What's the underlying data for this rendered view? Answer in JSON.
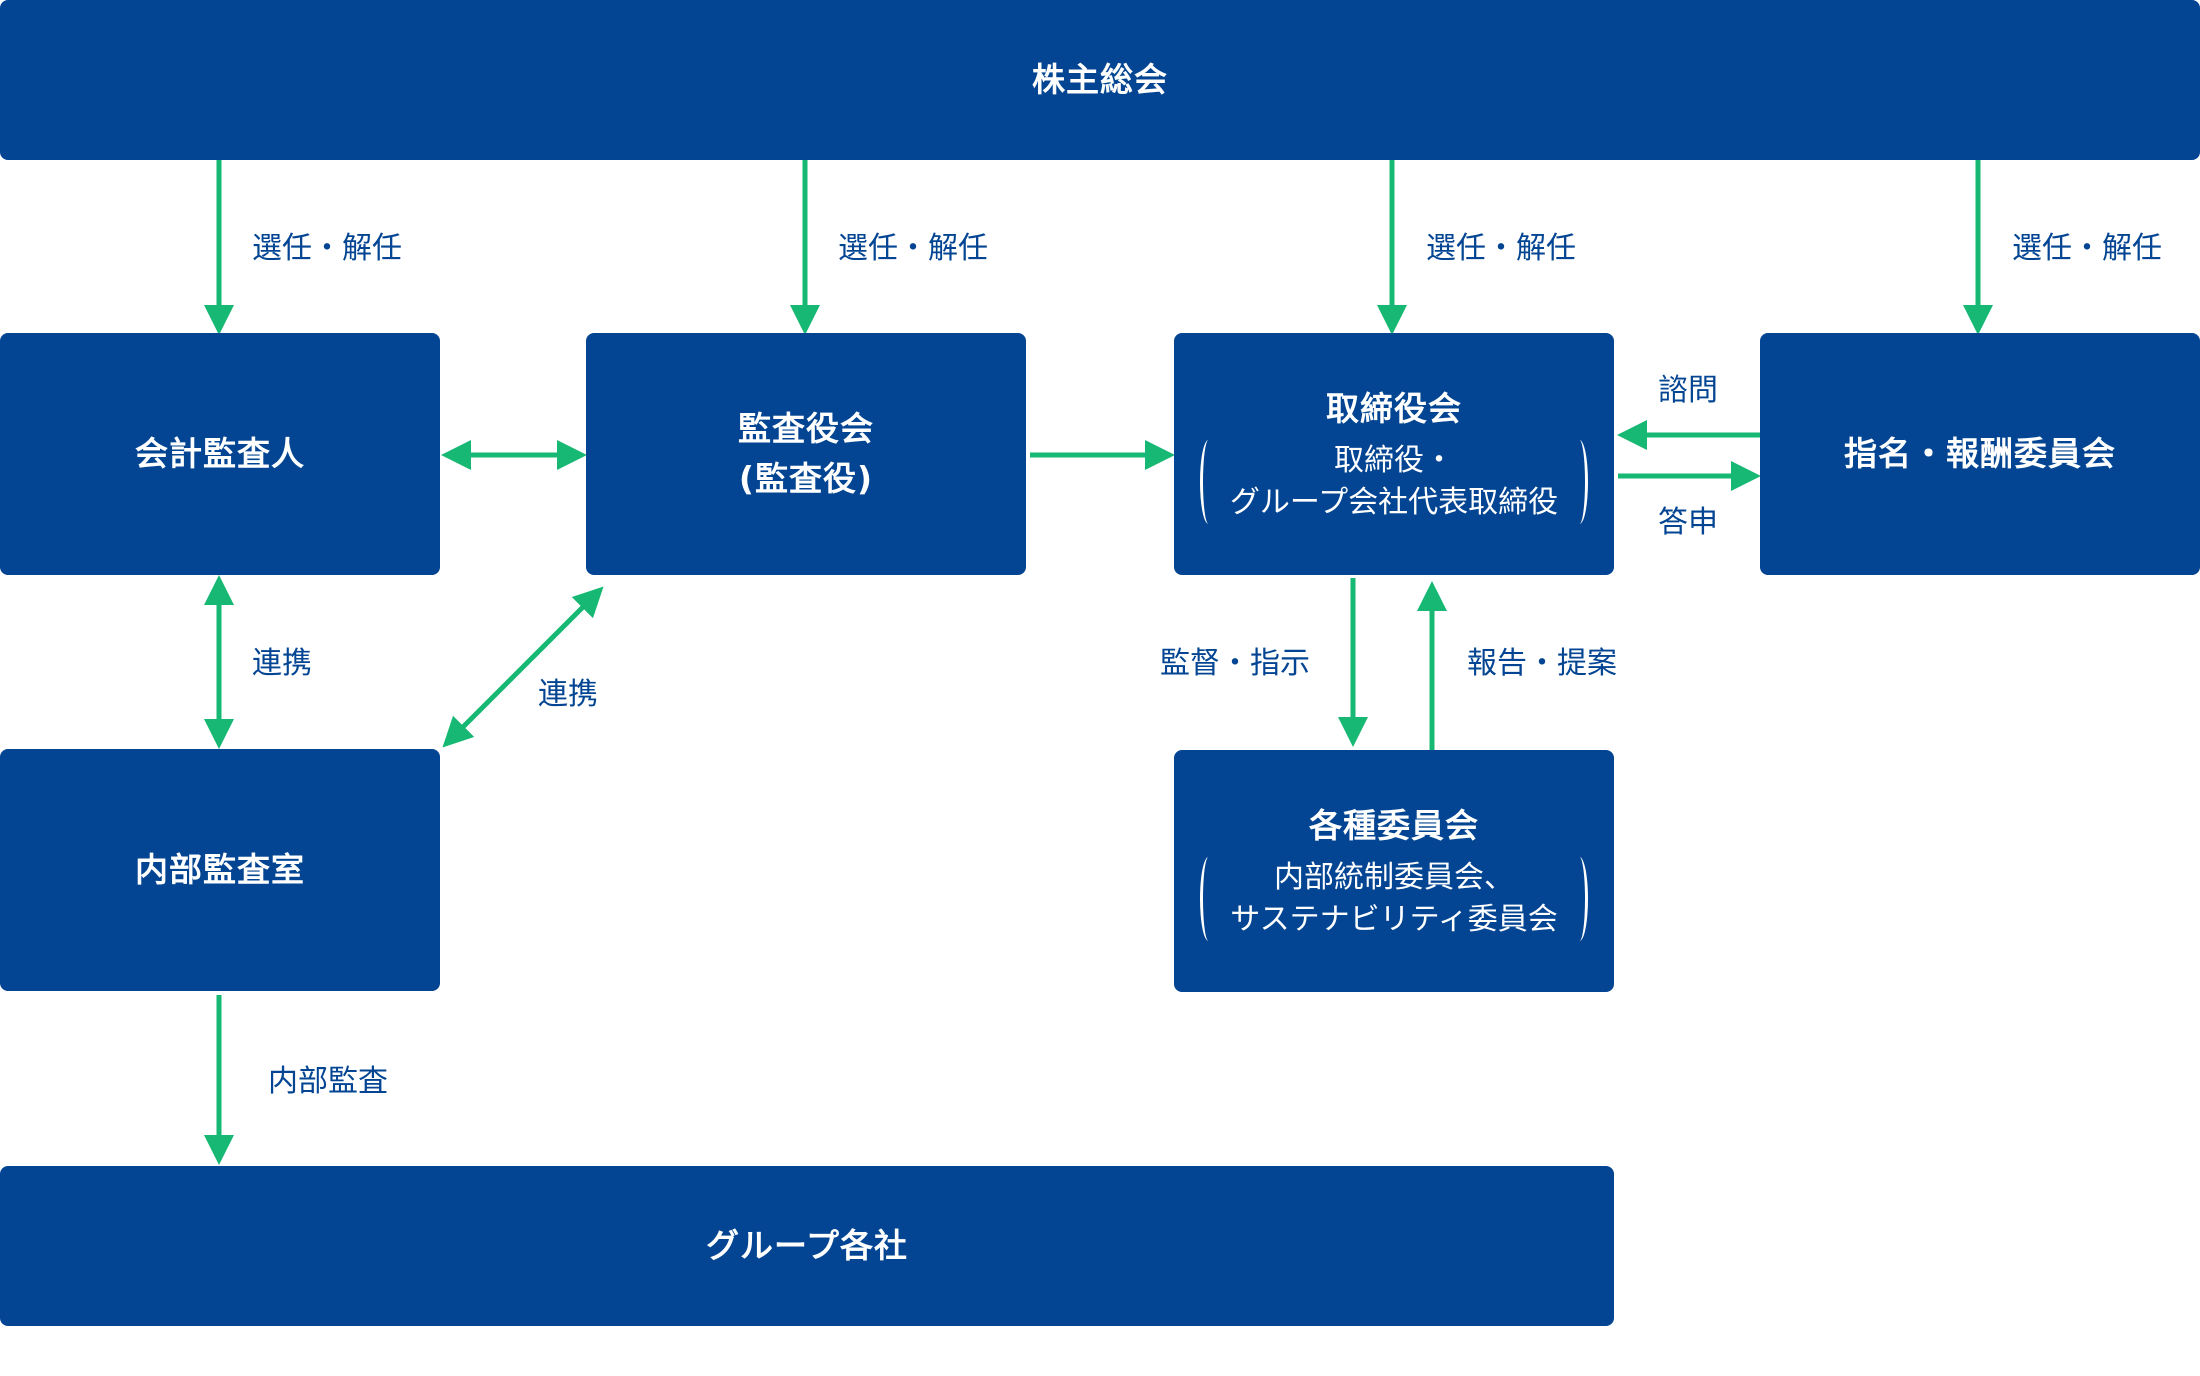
{
  "colors": {
    "box": "#034592",
    "arrow": "#16b873",
    "label": "#034592"
  },
  "boxes": {
    "shareholders": "株主総会",
    "accounting_auditor": "会計監査人",
    "audit_board": {
      "line1": "監査役会",
      "line2": "(監査役)"
    },
    "board": {
      "title": "取締役会",
      "sub1": "取締役・",
      "sub2": "グループ会社代表取締役"
    },
    "nomination": "指名・報酬委員会",
    "internal_audit": "内部監査室",
    "committees": {
      "title": "各種委員会",
      "sub1": "内部統制委員会、",
      "sub2": "サステナビリティ委員会"
    },
    "group": "グループ各社"
  },
  "labels": {
    "elect_1": "選任・解任",
    "elect_2": "選任・解任",
    "elect_3": "選任・解任",
    "elect_4": "選任・解任",
    "consult": "諮問",
    "report_back": "答申",
    "cooperate_1": "連携",
    "cooperate_2": "連携",
    "supervise": "監督・指示",
    "report": "報告・提案",
    "internal_audit": "内部監査"
  }
}
